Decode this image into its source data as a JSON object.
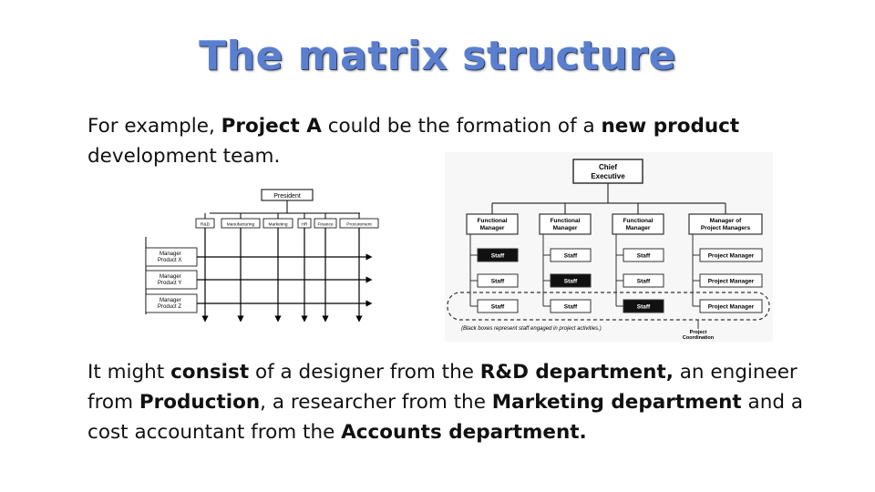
{
  "title": "The matrix structure",
  "para1": {
    "s1": "For example, ",
    "b1": "Project A",
    "s2": " could be the formation of a ",
    "b2": "new product",
    "s3": " development team."
  },
  "para2": {
    "s1": "It might ",
    "b1": "consist",
    "s2": " of a designer from the ",
    "b2": "R&D department,",
    "s3": " an engineer from ",
    "b3": "Production",
    "s4": ", a researcher from the ",
    "b4": "Marketing department",
    "s5": " and a cost accountant from the ",
    "b5": "Accounts department."
  },
  "left_chart": {
    "top": "President",
    "departments": [
      "R&D",
      "Manufacturing",
      "Marketing",
      "HR",
      "Finance",
      "Procurement"
    ],
    "managers": [
      [
        "Manager",
        "Product X"
      ],
      [
        "Manager",
        "Product Y"
      ],
      [
        "Manager",
        "Product Z"
      ]
    ]
  },
  "right_chart": {
    "top": [
      "Chief",
      "Executive"
    ],
    "columns": [
      {
        "head": [
          "Functional",
          "Manager"
        ],
        "cells": [
          "Staff",
          "Staff",
          "Staff"
        ]
      },
      {
        "head": [
          "Functional",
          "Manager"
        ],
        "cells": [
          "Staff",
          "Staff",
          "Staff"
        ]
      },
      {
        "head": [
          "Functional",
          "Manager"
        ],
        "cells": [
          "Staff",
          "Staff",
          "Staff"
        ]
      },
      {
        "head": [
          "Manager of",
          "Project Managers"
        ],
        "cells": [
          "Project Manager",
          "Project Manager",
          "Project Manager"
        ]
      }
    ],
    "note": "(Black boxes represent staff engaged in project activities.)",
    "coord": [
      "Project",
      "Coordination"
    ]
  }
}
